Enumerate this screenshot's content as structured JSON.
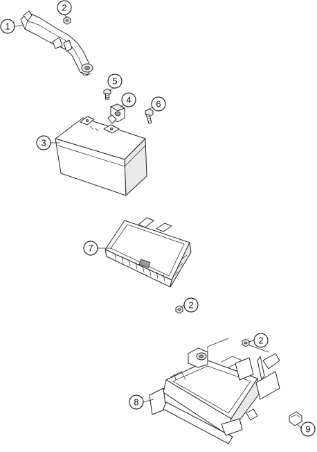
{
  "callouts": [
    {
      "id": "c1",
      "label": "1"
    },
    {
      "id": "c2a",
      "label": "2"
    },
    {
      "id": "c5",
      "label": "5"
    },
    {
      "id": "c4",
      "label": "4"
    },
    {
      "id": "c6",
      "label": "6"
    },
    {
      "id": "c3",
      "label": "3"
    },
    {
      "id": "c7",
      "label": "7"
    },
    {
      "id": "c2b",
      "label": "2"
    },
    {
      "id": "c2c",
      "label": "2"
    },
    {
      "id": "c8",
      "label": "8"
    },
    {
      "id": "c9",
      "label": "9"
    }
  ]
}
